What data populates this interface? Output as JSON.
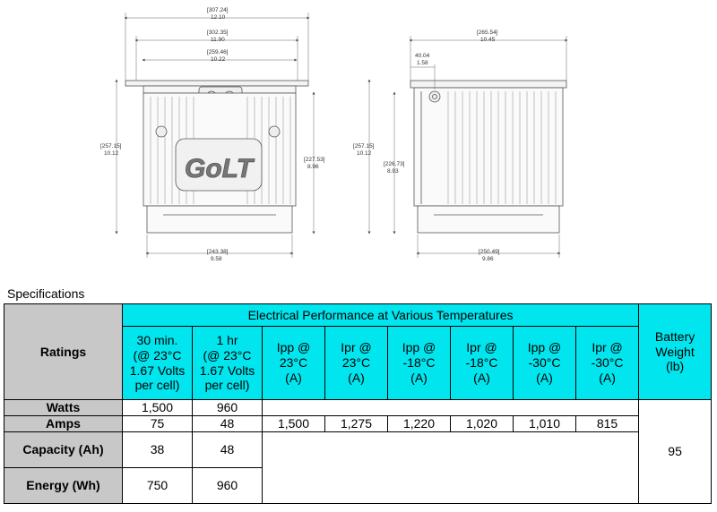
{
  "drawings": {
    "front": {
      "overall_width": {
        "mm": "[307.24]",
        "in": "12.10"
      },
      "mid_width": {
        "mm": "[302.35]",
        "in": "11.90"
      },
      "top_width": {
        "mm": "[259.46]",
        "in": "10.22"
      },
      "height": {
        "mm": "[257.15]",
        "in": "10.12"
      },
      "case_height": {
        "mm": "[227.53]",
        "in": "8.96"
      },
      "base_width": {
        "mm": "[243.38]",
        "in": "9.58"
      },
      "logo_text": "GoLT"
    },
    "side": {
      "overall_width": {
        "mm": "[265.54]",
        "in": "10.45"
      },
      "terminal_offset": {
        "mm": "40.04",
        "in": "1.58"
      },
      "height": {
        "mm": "[257.15]",
        "in": "10.12"
      },
      "case_height": {
        "mm": "[226.73]",
        "in": "8.93"
      },
      "base_width": {
        "mm": "[250.49]",
        "in": "9.86"
      }
    }
  },
  "spec_title": "Specifications",
  "table": {
    "ratings_label": "Ratings",
    "group_header": "Electrical Performance at Various Temperatures",
    "weight_header": [
      "Battery",
      "Weight",
      "(lb)"
    ],
    "columns": [
      [
        "30 min.",
        "(@ 23°C",
        "1.67 Volts",
        "per cell)"
      ],
      [
        "1 hr",
        "(@ 23°C",
        "1.67 Volts",
        "per cell)"
      ],
      [
        "Ipp @",
        "23°C",
        "(A)"
      ],
      [
        "Ipr @",
        "23°C",
        "(A)"
      ],
      [
        "Ipp @",
        "-18°C",
        "(A)"
      ],
      [
        "Ipr @",
        "-18°C",
        "(A)"
      ],
      [
        "Ipp @",
        "-30°C",
        "(A)"
      ],
      [
        "Ipr @",
        "-30°C",
        "(A)"
      ]
    ],
    "rows": {
      "watts": {
        "label": "Watts",
        "values": [
          "1,500",
          "960"
        ]
      },
      "amps": {
        "label": "Amps",
        "values": [
          "75",
          "48",
          "1,500",
          "1,275",
          "1,220",
          "1,020",
          "1,010",
          "815"
        ]
      },
      "capacity": {
        "label": "Capacity (Ah)",
        "values": [
          "38",
          "48"
        ]
      },
      "energy": {
        "label": "Energy (Wh)",
        "values": [
          "750",
          "960"
        ]
      }
    },
    "weight_value": "95"
  }
}
